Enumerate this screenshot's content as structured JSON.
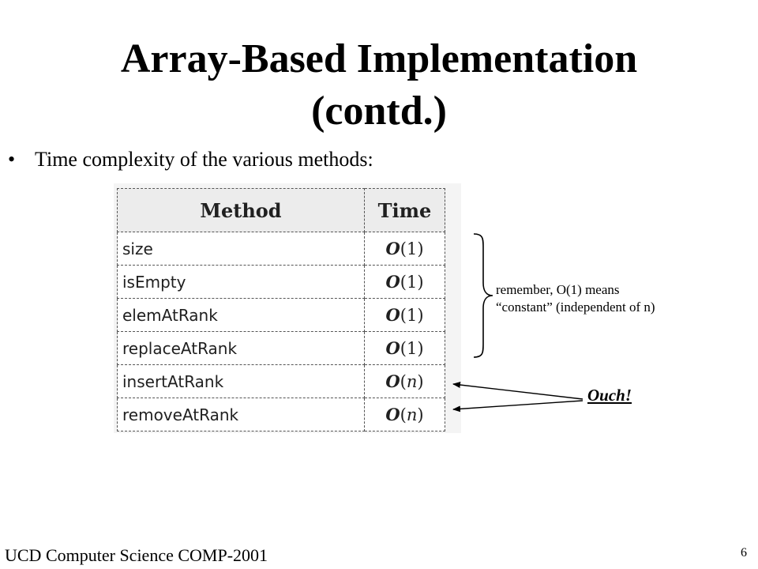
{
  "slide": {
    "title_line1": "Array-Based Implementation",
    "title_line2": "(contd.)",
    "bullet_symbol": "•",
    "bullet_text": "Time complexity of the various methods:"
  },
  "table": {
    "headers": [
      "Method",
      "Time"
    ],
    "rows": [
      {
        "method": "size",
        "time_o": "O",
        "time_arg": "1"
      },
      {
        "method": "isEmpty",
        "time_o": "O",
        "time_arg": "1"
      },
      {
        "method": "elemAtRank",
        "time_o": "O",
        "time_arg": "1"
      },
      {
        "method": "replaceAtRank",
        "time_o": "O",
        "time_arg": "1"
      },
      {
        "method": "insertAtRank",
        "time_o": "O",
        "time_arg": "n"
      },
      {
        "method": "removeAtRank",
        "time_o": "O",
        "time_arg": "n"
      }
    ]
  },
  "annotations": {
    "note_line1": "remember, O(1) means",
    "note_line2": "“constant” (independent of n)",
    "ouch": "Ouch!"
  },
  "footer": {
    "course": "UCD Computer Science COMP-2001",
    "page_number": "6"
  }
}
